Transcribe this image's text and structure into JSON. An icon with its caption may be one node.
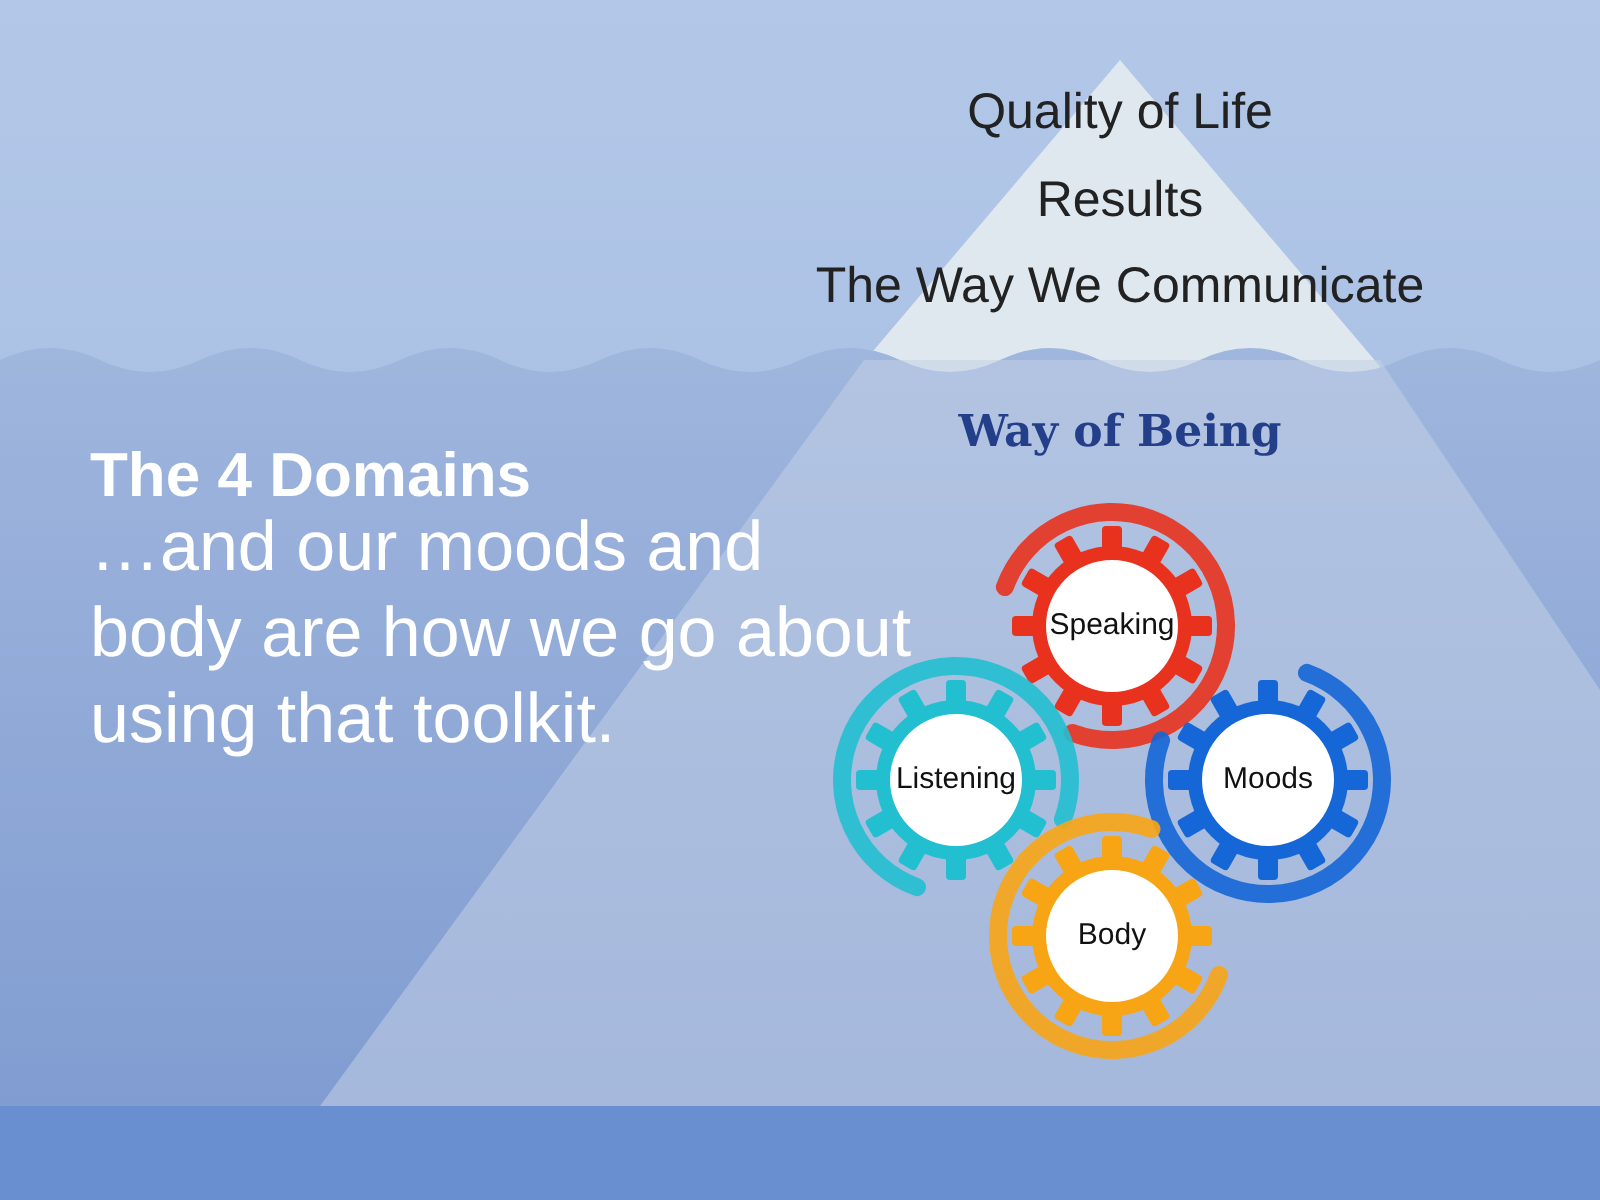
{
  "diagram": {
    "title": "The 4 Domains",
    "nodes": [
      {
        "text": [
          "Speaking"
        ]
      },
      {
        "text": [
          "Listening"
        ]
      },
      {
        "text": [
          "Moods"
        ]
      },
      {
        "text": [
          "Body"
        ]
      }
    ],
    "labels": [
      "Quality of Life",
      "Results",
      "The Way We Communicate",
      "Way of Being",
      "…and our moods and body are how we go about using that toolkit."
    ]
  }
}
